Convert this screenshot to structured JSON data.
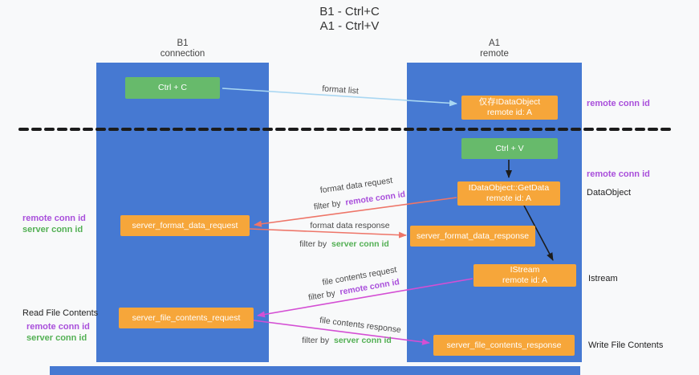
{
  "title": {
    "line1": "B1 - Ctrl+C",
    "line2": "A1 - Ctrl+V"
  },
  "lanes": {
    "left": {
      "name": "B1",
      "role": "connection"
    },
    "right": {
      "name": "A1",
      "role": "remote"
    }
  },
  "nodes": {
    "ctrl_c": "Ctrl + C",
    "ctrl_v": "Ctrl + V",
    "idataobject_cache": {
      "line1": "仅存IDataObject",
      "line2": "remote id: A"
    },
    "getdata": {
      "line1": "IDataObject::GetData",
      "line2": "remote id: A"
    },
    "istream": {
      "line1": "IStream",
      "line2": "remote id: A"
    },
    "server_format_data_request": "server_format_data_request",
    "server_format_data_response": "server_format_data_response",
    "server_file_contents_request": "server_file_contents_request",
    "server_file_contents_response": "server_file_contents_response"
  },
  "messages": {
    "format_list": "format list",
    "format_data_request": "format data request",
    "format_data_response": "format data response",
    "file_contents_request": "file contents request",
    "file_contents_response": "file contents response",
    "filter_by": "filter by"
  },
  "tokens": {
    "remote_conn_id": "remote conn id",
    "server_conn_id": "server conn id"
  },
  "annotations": {
    "dataobject": "DataObject",
    "istream": "Istream",
    "read_file_contents": "Read File Contents",
    "write_file_contents": "Write File Contents"
  },
  "colors": {
    "lane_blue": "#4679d2",
    "box_green": "#67ba6b",
    "box_orange": "#f6a63a",
    "text_purple": "#a94fdb",
    "text_green": "#53b054",
    "arrow_red": "#ee7568",
    "arrow_magenta": "#d44fd4",
    "arrow_lightblue": "#a9d7f2",
    "arrow_black": "#1c1c1c"
  }
}
